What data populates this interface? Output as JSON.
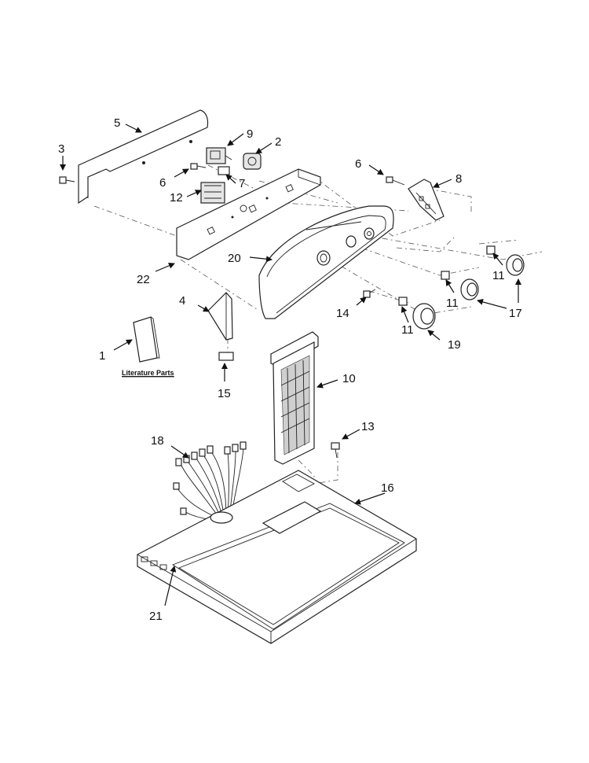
{
  "diagram": {
    "labels": [
      {
        "id": "callout-1",
        "text": "1"
      },
      {
        "id": "callout-2",
        "text": "2"
      },
      {
        "id": "callout-3",
        "text": "3"
      },
      {
        "id": "callout-4",
        "text": "4"
      },
      {
        "id": "callout-5",
        "text": "5"
      },
      {
        "id": "callout-6a",
        "text": "6"
      },
      {
        "id": "callout-6b",
        "text": "6"
      },
      {
        "id": "callout-7",
        "text": "7"
      },
      {
        "id": "callout-8",
        "text": "8"
      },
      {
        "id": "callout-9",
        "text": "9"
      },
      {
        "id": "callout-10",
        "text": "10"
      },
      {
        "id": "callout-11a",
        "text": "11"
      },
      {
        "id": "callout-11b",
        "text": "11"
      },
      {
        "id": "callout-11c",
        "text": "11"
      },
      {
        "id": "callout-12",
        "text": "12"
      },
      {
        "id": "callout-13",
        "text": "13"
      },
      {
        "id": "callout-14",
        "text": "14"
      },
      {
        "id": "callout-15",
        "text": "15"
      },
      {
        "id": "callout-16",
        "text": "16"
      },
      {
        "id": "callout-17",
        "text": "17"
      },
      {
        "id": "callout-18",
        "text": "18"
      },
      {
        "id": "callout-19",
        "text": "19"
      },
      {
        "id": "callout-20",
        "text": "20"
      },
      {
        "id": "callout-21",
        "text": "21"
      },
      {
        "id": "callout-22",
        "text": "22"
      }
    ],
    "literature_label": "Literature Parts"
  }
}
